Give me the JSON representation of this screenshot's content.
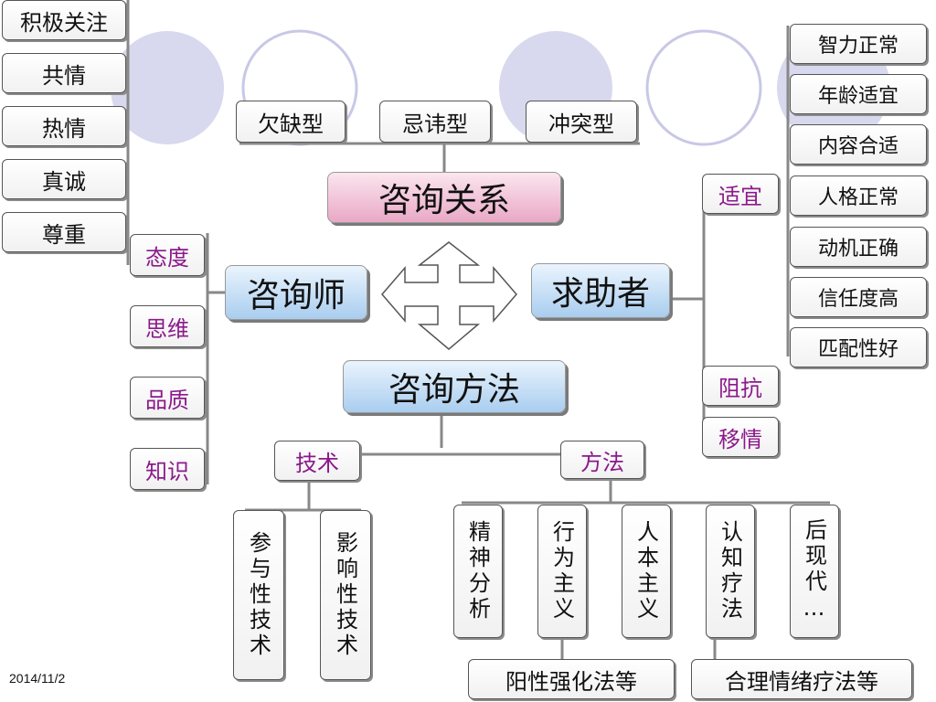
{
  "center": {
    "relation": "咨询关系",
    "counselor": "咨询师",
    "client": "求助者",
    "method": "咨询方法"
  },
  "relation_types": [
    "欠缺型",
    "忌讳型",
    "冲突型"
  ],
  "counselor_attitudes": [
    "积极关注",
    "共情",
    "热情",
    "真诚",
    "尊重"
  ],
  "counselor_traits": [
    "态度",
    "思维",
    "品质",
    "知识"
  ],
  "client_branches": {
    "suitable": "适宜",
    "resistance": "阻抗",
    "transference": "移情"
  },
  "client_suitability": [
    "智力正常",
    "年龄适宜",
    "内容合适",
    "人格正常",
    "动机正确",
    "信任度高",
    "匹配性好"
  ],
  "method_branches": {
    "technique": "技术",
    "approach": "方法"
  },
  "techniques": [
    "参与性技术",
    "影响性技术"
  ],
  "approaches": [
    "精神分析",
    "行为主义",
    "人本主义",
    "认知疗法",
    "后现代…"
  ],
  "approach_notes": [
    "阳性强化法等",
    "合理情绪疗法等"
  ],
  "date": "2014/11/2",
  "colors": {
    "circle_fill": "#d8d8ee",
    "circle_stroke": "#c8c8e6",
    "purple_text": "#8b1a8b",
    "pink": "#e9a8c6",
    "blue": "#a9cdef"
  }
}
